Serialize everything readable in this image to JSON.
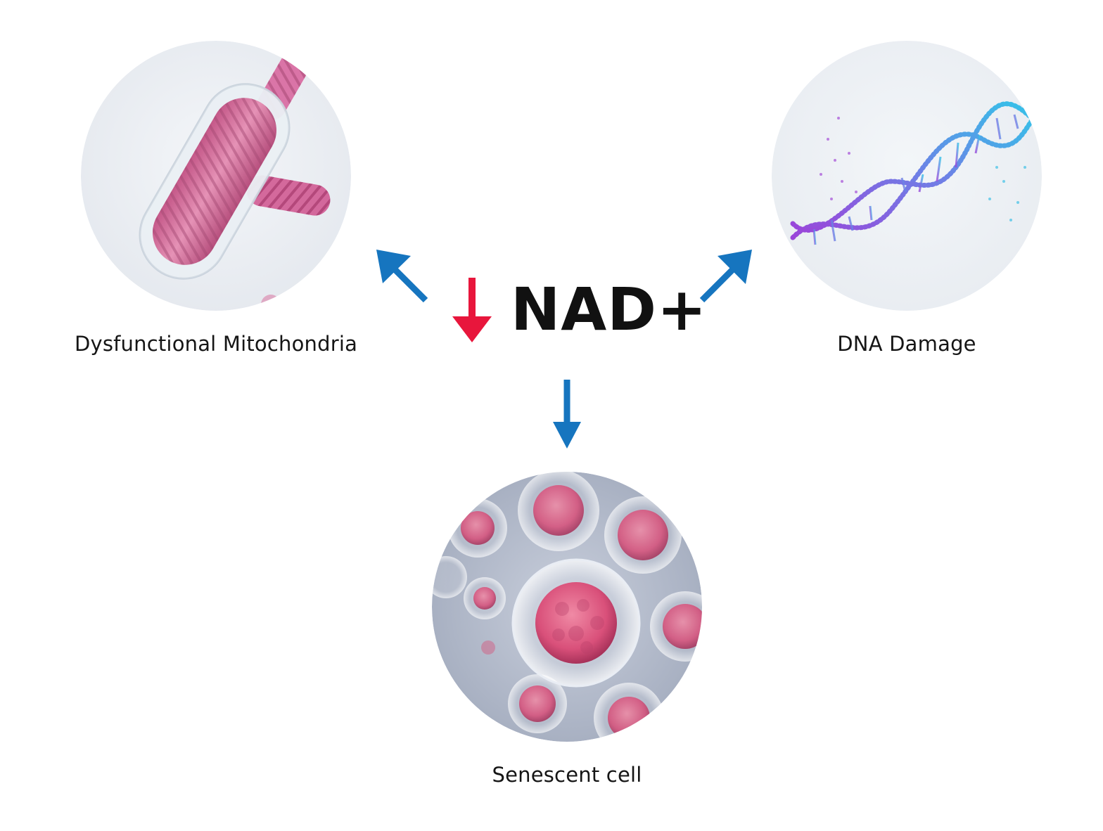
{
  "center": {
    "title": "NAD+",
    "trend_indicator": "down-arrow-icon",
    "trend_color": "#e8163c"
  },
  "nodes": [
    {
      "label": "Dysfunctional Mitochondria",
      "image": "mitochondria-illustration"
    },
    {
      "label": "DNA Damage",
      "image": "dna-helix-illustration"
    },
    {
      "label": "Senescent cell",
      "image": "senescent-cell-illustration"
    }
  ],
  "colors": {
    "connector_arrow": "#1675bf",
    "decrease_arrow": "#e8163c",
    "circle_background": "#eef1f5",
    "mitochondria_pink": "#c64a86",
    "dna_purple": "#9a45d9",
    "dna_cyan": "#33c4e8",
    "cell_pink": "#d9507a"
  }
}
